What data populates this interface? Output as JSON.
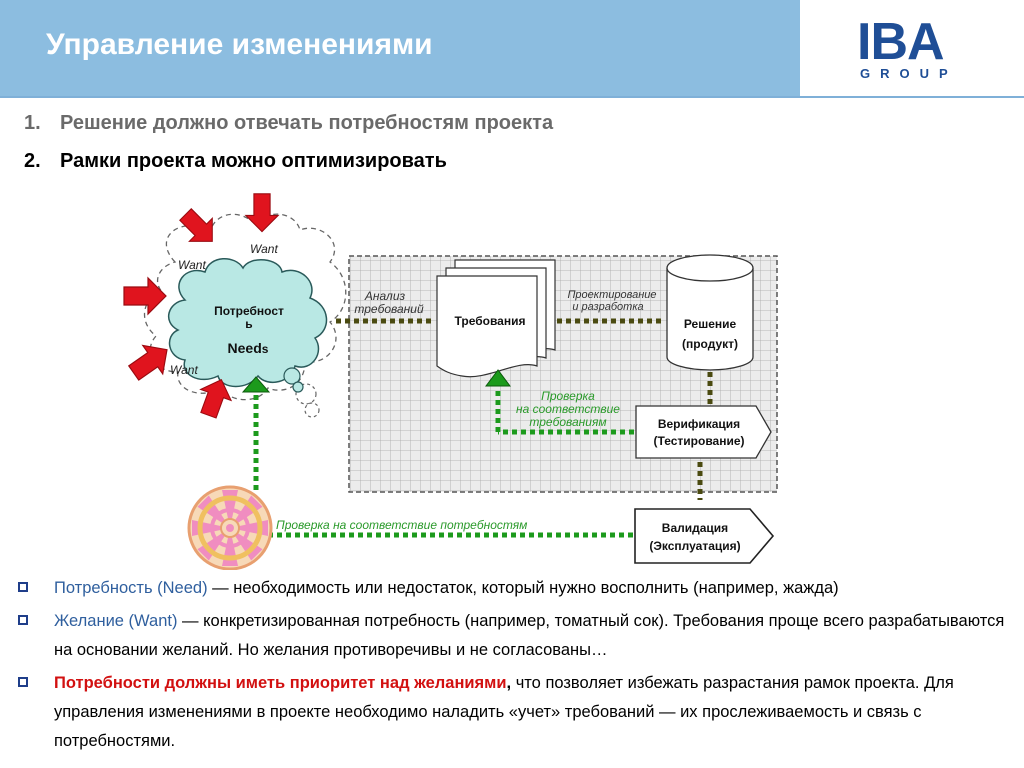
{
  "header": {
    "title": "Управление изменениями"
  },
  "logo": {
    "main": "IBA",
    "sub": "GROUP"
  },
  "points": [
    {
      "num": "1.",
      "text": "Решение должно отвечать потребностям проекта"
    },
    {
      "num": "2.",
      "text": "Рамки проекта можно оптимизировать"
    }
  ],
  "diagram": {
    "want_1": "Want",
    "want_2": "Want",
    "want_3": "Want",
    "cloud_1": "Потребност",
    "cloud_2": "ь",
    "cloud_needs": "Need",
    "cloud_needs_s": "s",
    "analysis_1": "Анализ",
    "analysis_2": "требований",
    "requirements": "Требования",
    "design_1": "Проектирование",
    "design_2": "и разработка",
    "solution_1": "Решение",
    "solution_2": "(продукт)",
    "check_req_1": "Проверка",
    "check_req_2": "на соответствие",
    "check_req_3": "требованиям",
    "verification_1": "Верификация",
    "verification_2": "(Тестирование)",
    "check_needs": "Проверка на соответствие потребностям",
    "validation_1": "Валидация",
    "validation_2": "(Эксплуатация)"
  },
  "bullets": {
    "b1_term": "Потребность (Need)",
    "b1_text": " — необходимость или недостаток, который нужно восполнить (например, жажда)",
    "b2_term": "Желание (Want)",
    "b2_text": " — конкретизированная потребность (например, томатный сок). Требования проще всего разрабатываются на основании желаний. Но желания противоречивы и не согласованы…",
    "b3_term": "Потребности должны иметь приоритет над желаниями",
    "b3_comma": ",",
    "b3_text": " что позволяет избежать разрастания рамок проекта. Для управления изменениями в проекте необходимо наладить «учет» требований — их прослеживаемость и связь с потребностями."
  },
  "colors": {
    "header_band": "#8cbde0",
    "logo": "#1f4e96",
    "term_blue": "#2f5f9e",
    "term_red": "#d21010",
    "arrow_red": "#e0141e",
    "cloud_fill": "#b9e8e4",
    "green_dots": "#1c9a1c",
    "dark_dots": "#4a4a10"
  }
}
